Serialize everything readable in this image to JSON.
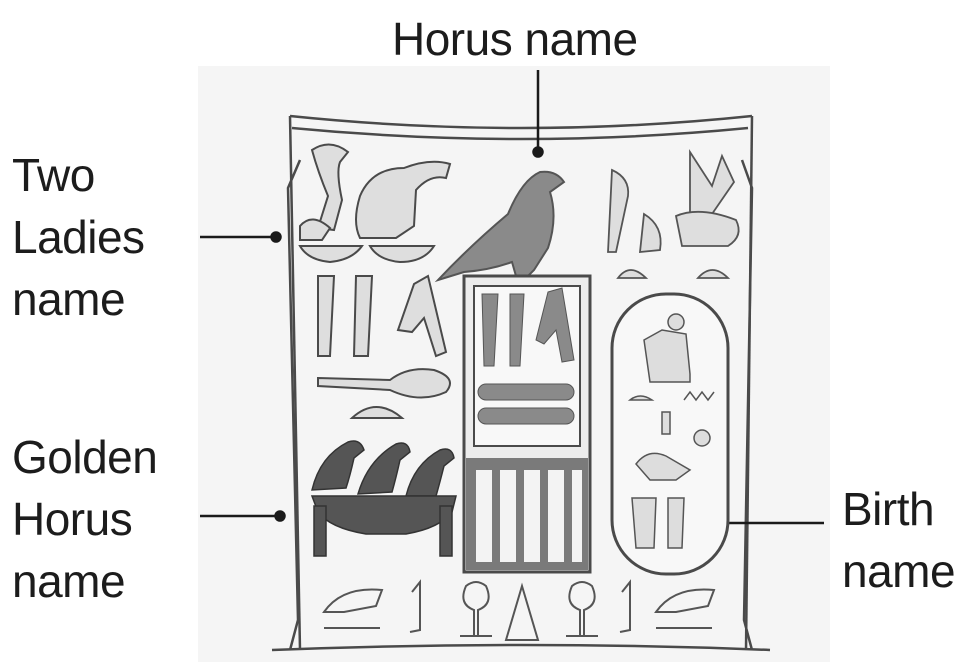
{
  "labels": {
    "horus": "Horus name",
    "two_ladies": [
      "Two",
      "Ladies",
      "name"
    ],
    "golden_horus": [
      "Golden",
      "Horus",
      "name"
    ],
    "birth": [
      "Birth",
      "name"
    ]
  },
  "colors": {
    "text": "#1c1c1c",
    "line": "#1a1a1a",
    "stele_bg": "#f4f4f4",
    "outline": "#4a4a4a",
    "light_fill": "#dcdcdc",
    "mid_fill": "#8a8a8a",
    "dark_fill": "#555555"
  }
}
